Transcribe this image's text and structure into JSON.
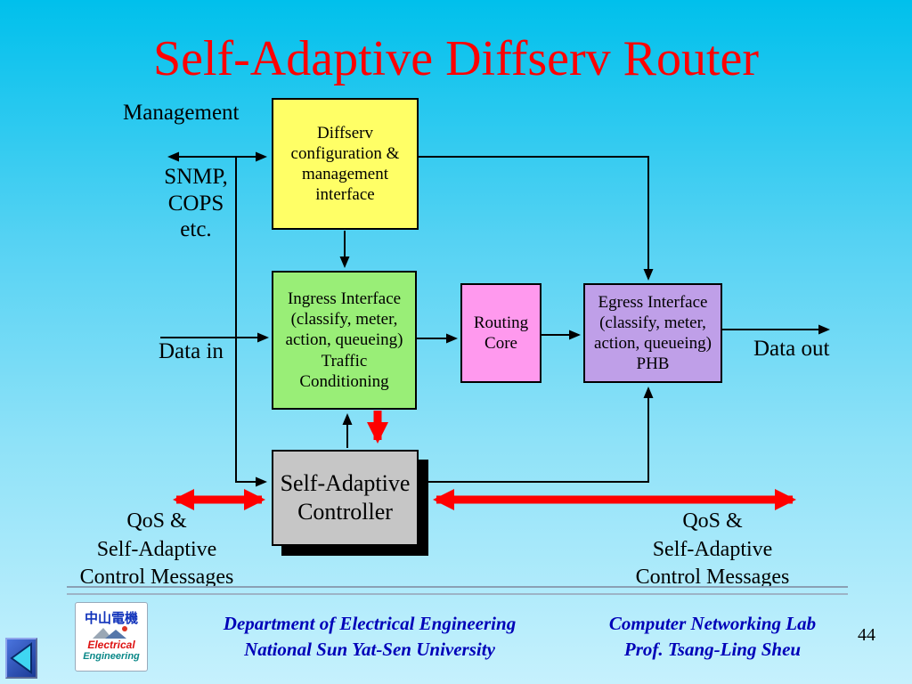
{
  "slide": {
    "title": "Self-Adaptive Diffserv Router",
    "page_number": "44"
  },
  "labels": {
    "management": "Management",
    "protocols": "SNMP,\nCOPS\netc.",
    "data_in": "Data in",
    "data_out": "Data out",
    "qos_left": "QoS &\nSelf-Adaptive\nControl  Messages",
    "qos_right": "QoS &\nSelf-Adaptive\nControl  Messages"
  },
  "boxes": {
    "diffserv_mgmt": "Diffserv\nconfiguration &\nmanagement\ninterface",
    "ingress": "Ingress Interface\n(classify, meter,\naction, queueing)\nTraffic\nConditioning",
    "routing_core": "Routing\nCore",
    "egress": "Egress Interface\n(classify, meter,\naction, queueing)\nPHB",
    "controller": "Self-Adaptive\nController"
  },
  "footer": {
    "dept_line1": "Department of Electrical Engineering",
    "dept_line2": "National Sun Yat-Sen University",
    "lab_line1": "Computer Networking Lab",
    "lab_line2": "Prof. Tsang-Ling Sheu"
  },
  "logo": {
    "chinese": "中山電機",
    "line1": "Electrical",
    "line2": "Engineering"
  },
  "colors": {
    "title_red": "#ff0000",
    "box_yellow": "#ffff66",
    "box_green": "#99ee77",
    "box_pink": "#ff99ee",
    "box_purple": "#bf9fe8",
    "box_gray": "#c6c6c6",
    "arrow_red": "#ff0000",
    "footer_blue": "#0000b8",
    "background_top": "#00c0ec",
    "background_bottom": "#c6f1fd"
  }
}
